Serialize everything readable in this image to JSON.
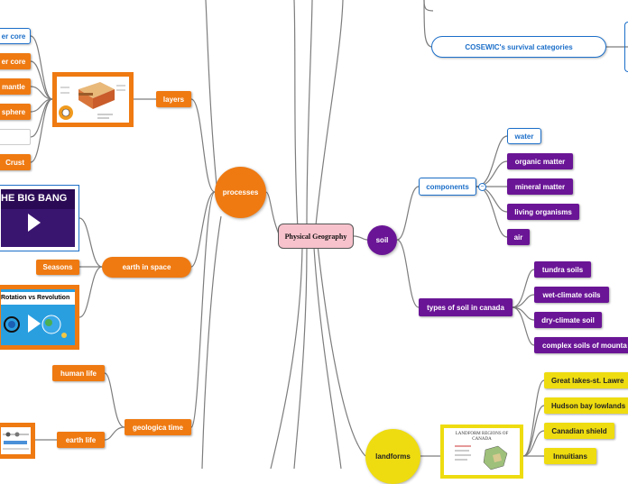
{
  "central": "Physical Geography",
  "processes": {
    "label": "processes",
    "layers": {
      "label": "layers",
      "children": [
        "er core",
        "er core",
        "mantle",
        "sphere",
        "",
        "Crust"
      ]
    },
    "earth_in_space": {
      "label": "earth in space",
      "big_bang_video_title": "HE BIG BANG",
      "seasons": "Seasons",
      "rotation_video_title": "Rotation vs Revolution"
    },
    "geological_time": {
      "label": "geologica time",
      "human_life": "human life",
      "earth_life": "earth life"
    }
  },
  "soil": {
    "label": "soil",
    "components": {
      "label": "components",
      "children": [
        "water",
        "organic matter",
        "mineral matter",
        "living organisms",
        "air"
      ]
    },
    "types": {
      "label": "types of soil in canada",
      "children": [
        "tundra soils",
        "wet-climate soils",
        "dry-climate soil",
        "complex soils of mounta"
      ]
    }
  },
  "landforms": {
    "label": "landforms",
    "map_title": "LANDFORM REGIONS OF CANADA",
    "children": [
      "Great lakes-st. Lawre",
      "Hudson bay lowlands",
      "Canadian shield",
      "Innuitians"
    ]
  },
  "cosewic": "COSEWIC's survival categories",
  "colors": {
    "orange": "#ef7a12",
    "purple": "#6a1596",
    "blue": "#1c6fc9",
    "yellow": "#eedc10",
    "central_fill": "#f7c2cc"
  }
}
